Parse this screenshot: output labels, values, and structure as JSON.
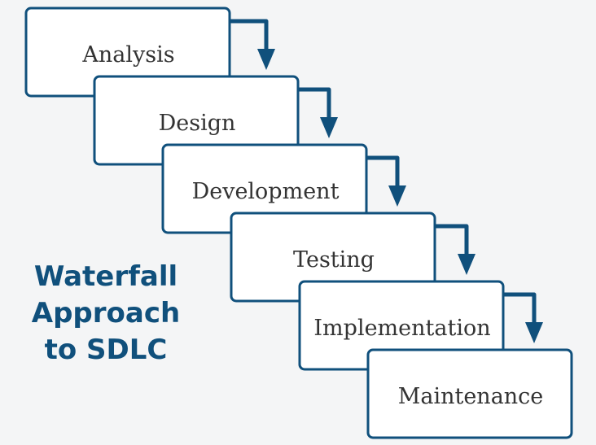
{
  "diagram": {
    "steps": [
      {
        "label": "Analysis"
      },
      {
        "label": "Design"
      },
      {
        "label": "Development"
      },
      {
        "label": "Testing"
      },
      {
        "label": "Implementation"
      },
      {
        "label": "Maintenance"
      }
    ],
    "title_lines": [
      "Waterfall",
      "Approach",
      "to SDLC"
    ]
  },
  "colors": {
    "accent": "#10507c",
    "box_fill": "#ffffff",
    "label_text": "#333333",
    "background": "#f4f5f6"
  }
}
